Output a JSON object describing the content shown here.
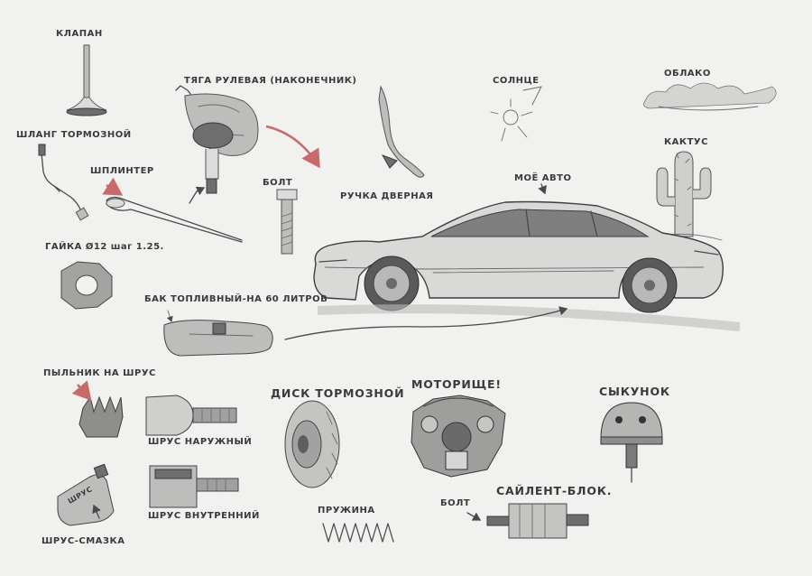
{
  "labels": {
    "klapan": "КЛАПАН",
    "shlang": "ШЛАНГ ТОРМОЗНОЙ",
    "tyaga": "ТЯГА РУЛЕВАЯ (НАКОНЕЧНИК)",
    "shplinter": "ШПЛИНТЕР",
    "bolt_top": "БОЛТ",
    "ruchka": "РУЧКА ДВЕРНАЯ",
    "solnce": "СОЛНЦЕ",
    "oblako": "ОБЛАКО",
    "kaktus": "КАКТУС",
    "moe_avto": "МОЁ АВТО",
    "gaika": "ГАЙКА Ø12 шаг 1.25.",
    "bak": "БАК ТОПЛИВНЫЙ-НА 60 ЛИТРОВ",
    "pylnik": "ПЫЛЬНИК НА ШРУС",
    "shrus_nar": "ШРУС НАРУЖНЫЙ",
    "shrus_vnut": "ШРУС ВНУТРЕННИЙ",
    "shrus_smazka": "ШРУС-СМАЗКА",
    "tube_text": "ШРУС",
    "disk": "ДИСК ТОРМОЗНОЙ",
    "motor": "МОТОРИЩЕ!",
    "pruzhina": "ПРУЖИНА",
    "sykunok": "СЫКУНОК",
    "bolt_bottom": "БОЛТ",
    "saylent": "САЙЛЕНТ-БЛОК."
  },
  "colors": {
    "paper": "#f1f1ef",
    "pencil": "#4a4a4a",
    "accent_red": "#c96a6a"
  },
  "icons": [
    "valve",
    "brake-hose",
    "tie-rod-end",
    "cotter-pin",
    "bolt",
    "door-handle",
    "sun",
    "cloud",
    "cactus",
    "car",
    "nut",
    "fuel-tank",
    "cv-boot",
    "cv-joint-outer",
    "cv-joint-inner",
    "grease-tube",
    "brake-disc",
    "engine",
    "spring",
    "washer-nozzle",
    "silent-block"
  ]
}
